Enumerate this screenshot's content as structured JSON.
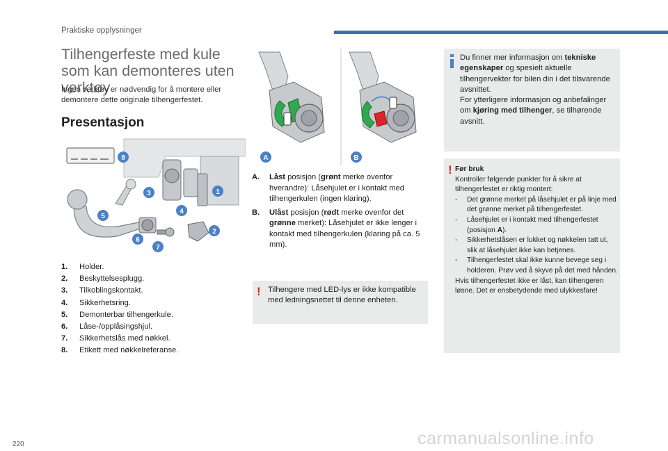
{
  "header": {
    "section": "Praktiske opplysninger"
  },
  "title": "Tilhengerfeste med kule som kan demonteres uten verktøy",
  "intro": "Ingen verktøy er nødvendig for å montere eller demontere dette originale tilhengerfestet.",
  "presentation": {
    "heading": "Presentasjon",
    "figure_callouts": [
      "1",
      "2",
      "3",
      "4",
      "5",
      "6",
      "7",
      "8"
    ],
    "parts": [
      {
        "num": "1.",
        "label": "Holder."
      },
      {
        "num": "2.",
        "label": "Beskyttelsesplugg."
      },
      {
        "num": "3.",
        "label": "Tilkoblingskontakt."
      },
      {
        "num": "4.",
        "label": "Sikkerhetsring."
      },
      {
        "num": "5.",
        "label": "Demonterbar tilhengerkule."
      },
      {
        "num": "6.",
        "label": "Låse-/opplåsingshjul."
      },
      {
        "num": "7.",
        "label": "Sikkerhetslås med nøkkel."
      },
      {
        "num": "8.",
        "label": "Etikett med nøkkelreferanse."
      }
    ]
  },
  "positions": {
    "callouts": [
      "A",
      "B"
    ],
    "a": {
      "label": "A.",
      "state": "Låst",
      "pre": " posisjon (",
      "color_word": "grønt",
      "post": " merke ovenfor hverandre): Låsehjulet er i kontakt med tilhengerkulen (ingen klaring)."
    },
    "b": {
      "label": "B.",
      "state": "Ulåst",
      "pre": " posisjon (",
      "color_word": "rødt",
      "mid": " merke ovenfor det ",
      "color_word2": "grønne",
      "post": " merket): Låsehjulet er ikke lenger i kontakt med tilhengerkulen (klaring på ca. 5 mm)."
    }
  },
  "warning_led": "Tilhengere med LED-lys er ikke kompatible med ledningsnettet til denne enheten.",
  "info": {
    "p1_pre": "Du finner mer informasjon om ",
    "p1_bold": "tekniske egenskaper",
    "p1_post": " og spesielt aktuelle tilhengervekter for bilen din i det tilsvarende avsnittet.",
    "p2_pre": "For ytterligere informasjon og anbefalinger om ",
    "p2_bold": "kjøring med tilhenger",
    "p2_post": ", se tilhørende avsnitt."
  },
  "before_use": {
    "heading": "Før bruk",
    "intro": "Kontroller følgende punkter for å sikre at tilhengerfestet er riktig montert:",
    "items": [
      {
        "text": "Det grønne merket på låsehjulet er på linje med det grønne merket på tilhengerfestet."
      },
      {
        "text_pre": "Låsehjulet er i kontakt med tilhengerfestet (posisjon ",
        "text_bold": "A",
        "text_post": ")."
      },
      {
        "text": "Sikkerhetslåsen er lukket og nøkkelen tatt ut, slik at låsehjulet ikke kan betjenes."
      },
      {
        "text": "Tilhengerfestet skal ikke kunne bevege seg i holderen. Prøv ved å skyve på det med hånden."
      }
    ],
    "dash": "-",
    "outro": "Hvis tilhengerfestet ikke er låst, kan tilhengeren løsne. Det er ensbetydende med ulykkesfare!"
  },
  "footer": {
    "page_number": "220",
    "watermark": "carmanualsonline.info"
  },
  "colors": {
    "accent_blue": "#3f6fb0",
    "callout_blue": "#4a80c6",
    "warning_red": "#d0262f",
    "green_mark": "#2fa84f",
    "red_mark": "#d9262c",
    "box_grey": "#e9eaea"
  }
}
